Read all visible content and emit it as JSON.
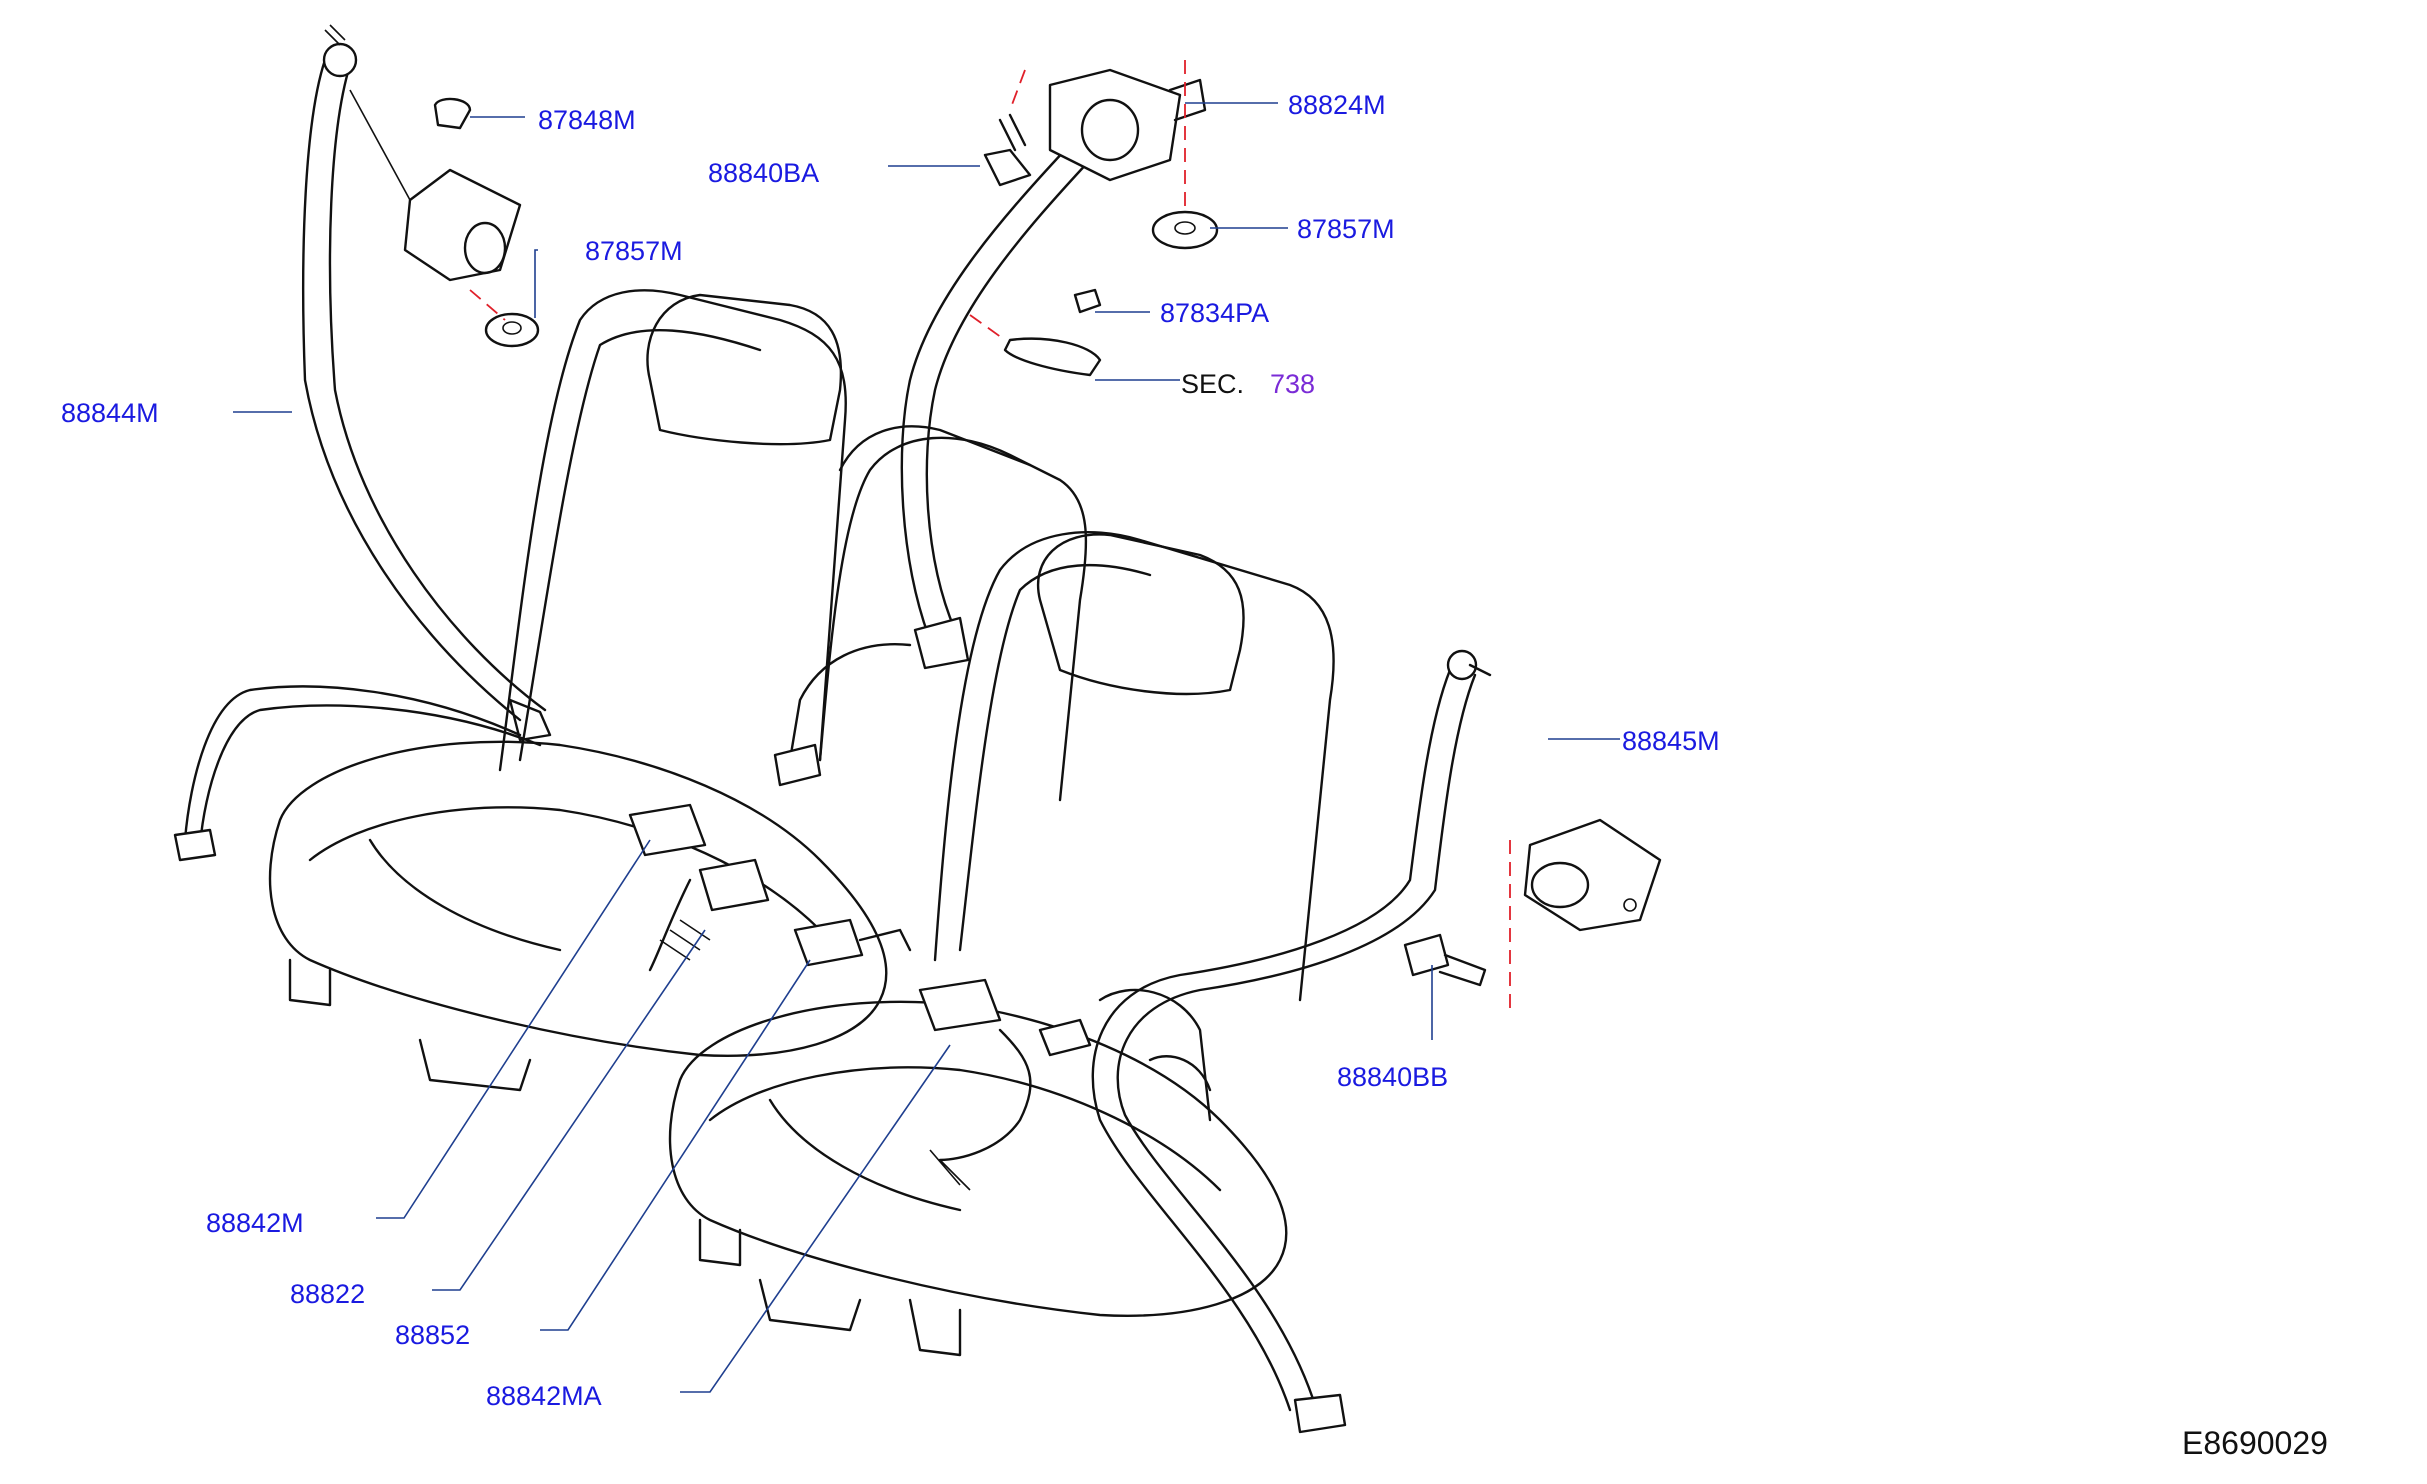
{
  "parts": {
    "p87848M": "87848M",
    "p87857M_left": "87857M",
    "p88844M": "88844M",
    "p88840BA": "88840BA",
    "p88824M": "88824M",
    "p87857M_right": "87857M",
    "p87834PA": "87834PA",
    "sec_prefix": "SEC.",
    "sec_number": "738",
    "p88845M": "88845M",
    "p88840BB": "88840BB",
    "p88842M": "88842M",
    "p88822": "88822",
    "p88852": "88852",
    "p88842MA": "88842MA"
  },
  "diagram_code": "E8690029",
  "colors": {
    "part_label": "#1a1ae0",
    "leader_line": "#1f3f8f",
    "dashed_axis": "#e0202a",
    "section_ref": "#7a2bd6",
    "line_art": "#111111"
  }
}
